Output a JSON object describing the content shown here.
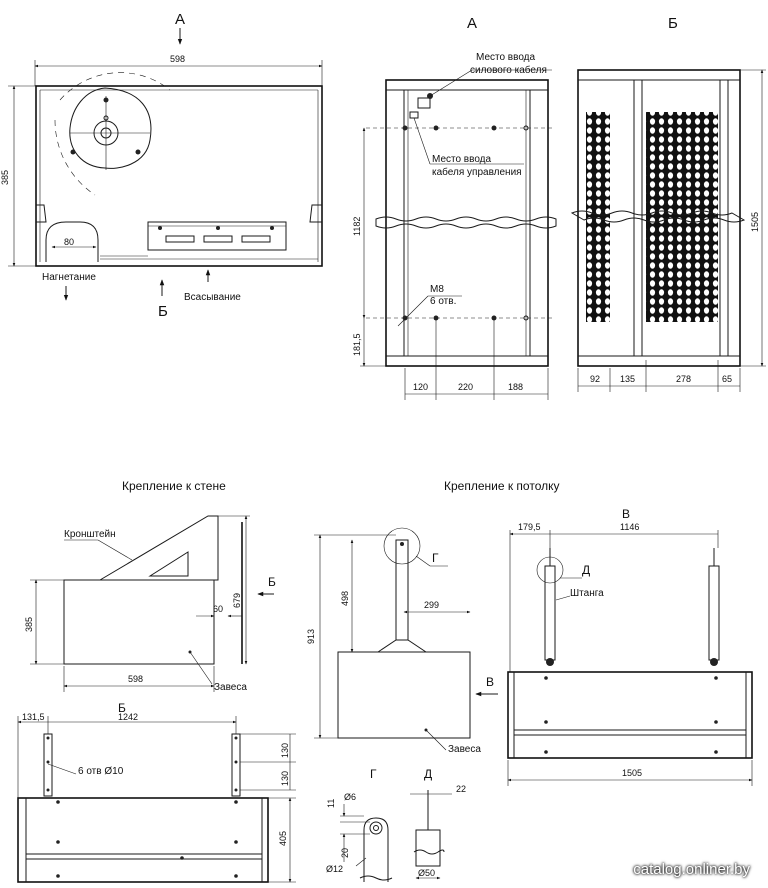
{
  "view_labels": {
    "a": "А",
    "b": "Б",
    "v": "В",
    "g": "Г",
    "d": "Д"
  },
  "top_left": {
    "width_dim": "598",
    "height_dim": "385",
    "inner_dim": "80",
    "discharge": "Нагнетание",
    "intake": "Всасывание"
  },
  "view_a": {
    "power_cable": [
      "Место ввода",
      "силового кабеля"
    ],
    "control_cable": [
      "Место ввода",
      "кабеля управления"
    ],
    "height_dim": "1182",
    "bottom_dim": "181,5",
    "bolt": [
      "М8",
      "6 отв."
    ],
    "dims_bottom": [
      "120",
      "220",
      "188"
    ]
  },
  "view_b": {
    "height_dim": "1505",
    "dims_bottom": [
      "92",
      "135",
      "278",
      "65"
    ]
  },
  "wall_mount": {
    "title": "Крепление к стене",
    "bracket": "Кронштейн",
    "curtain": "Завеса",
    "dims": {
      "h": "385",
      "total": "679",
      "gap": "60",
      "width": "598"
    }
  },
  "ceiling_mount": {
    "title": "Крепление к потолку",
    "curtain": "Завеса",
    "dims": {
      "total": "913",
      "rod": "498",
      "offset": "299"
    }
  },
  "view_v": {
    "rod": "Штанга",
    "dims": {
      "left": "179,5",
      "span": "1146",
      "width": "1505"
    }
  },
  "view_b_bottom": {
    "holes": "6 отв Ø10",
    "dims": {
      "left": "131,5",
      "span": "1242",
      "v1": "130",
      "v2": "130",
      "h": "405"
    }
  },
  "detail_g": {
    "d1": "Ø6",
    "d2": "Ø12",
    "a": "11",
    "b": "20"
  },
  "detail_d": {
    "w": "22",
    "d": "Ø50"
  },
  "watermark": "catalog.onliner.by"
}
